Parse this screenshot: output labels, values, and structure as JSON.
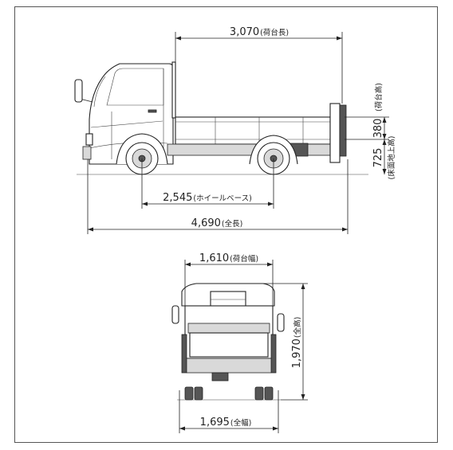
{
  "side_view": {
    "bed_length": {
      "value": "3,070",
      "label": "(荷台長)"
    },
    "bed_height": {
      "value": "380",
      "label": "(荷台高)"
    },
    "floor_height": {
      "value": "725",
      "label": "(床面地上高)"
    },
    "wheelbase": {
      "value": "2,545",
      "label": "(ホイールベース)"
    },
    "overall_length": {
      "value": "4,690",
      "label": "(全長)"
    }
  },
  "rear_view": {
    "bed_width": {
      "value": "1,610",
      "label": "(荷台幅)"
    },
    "overall_height": {
      "value": "1,970",
      "label": "(全高)"
    },
    "overall_width": {
      "value": "1,695",
      "label": "(全幅)"
    }
  }
}
